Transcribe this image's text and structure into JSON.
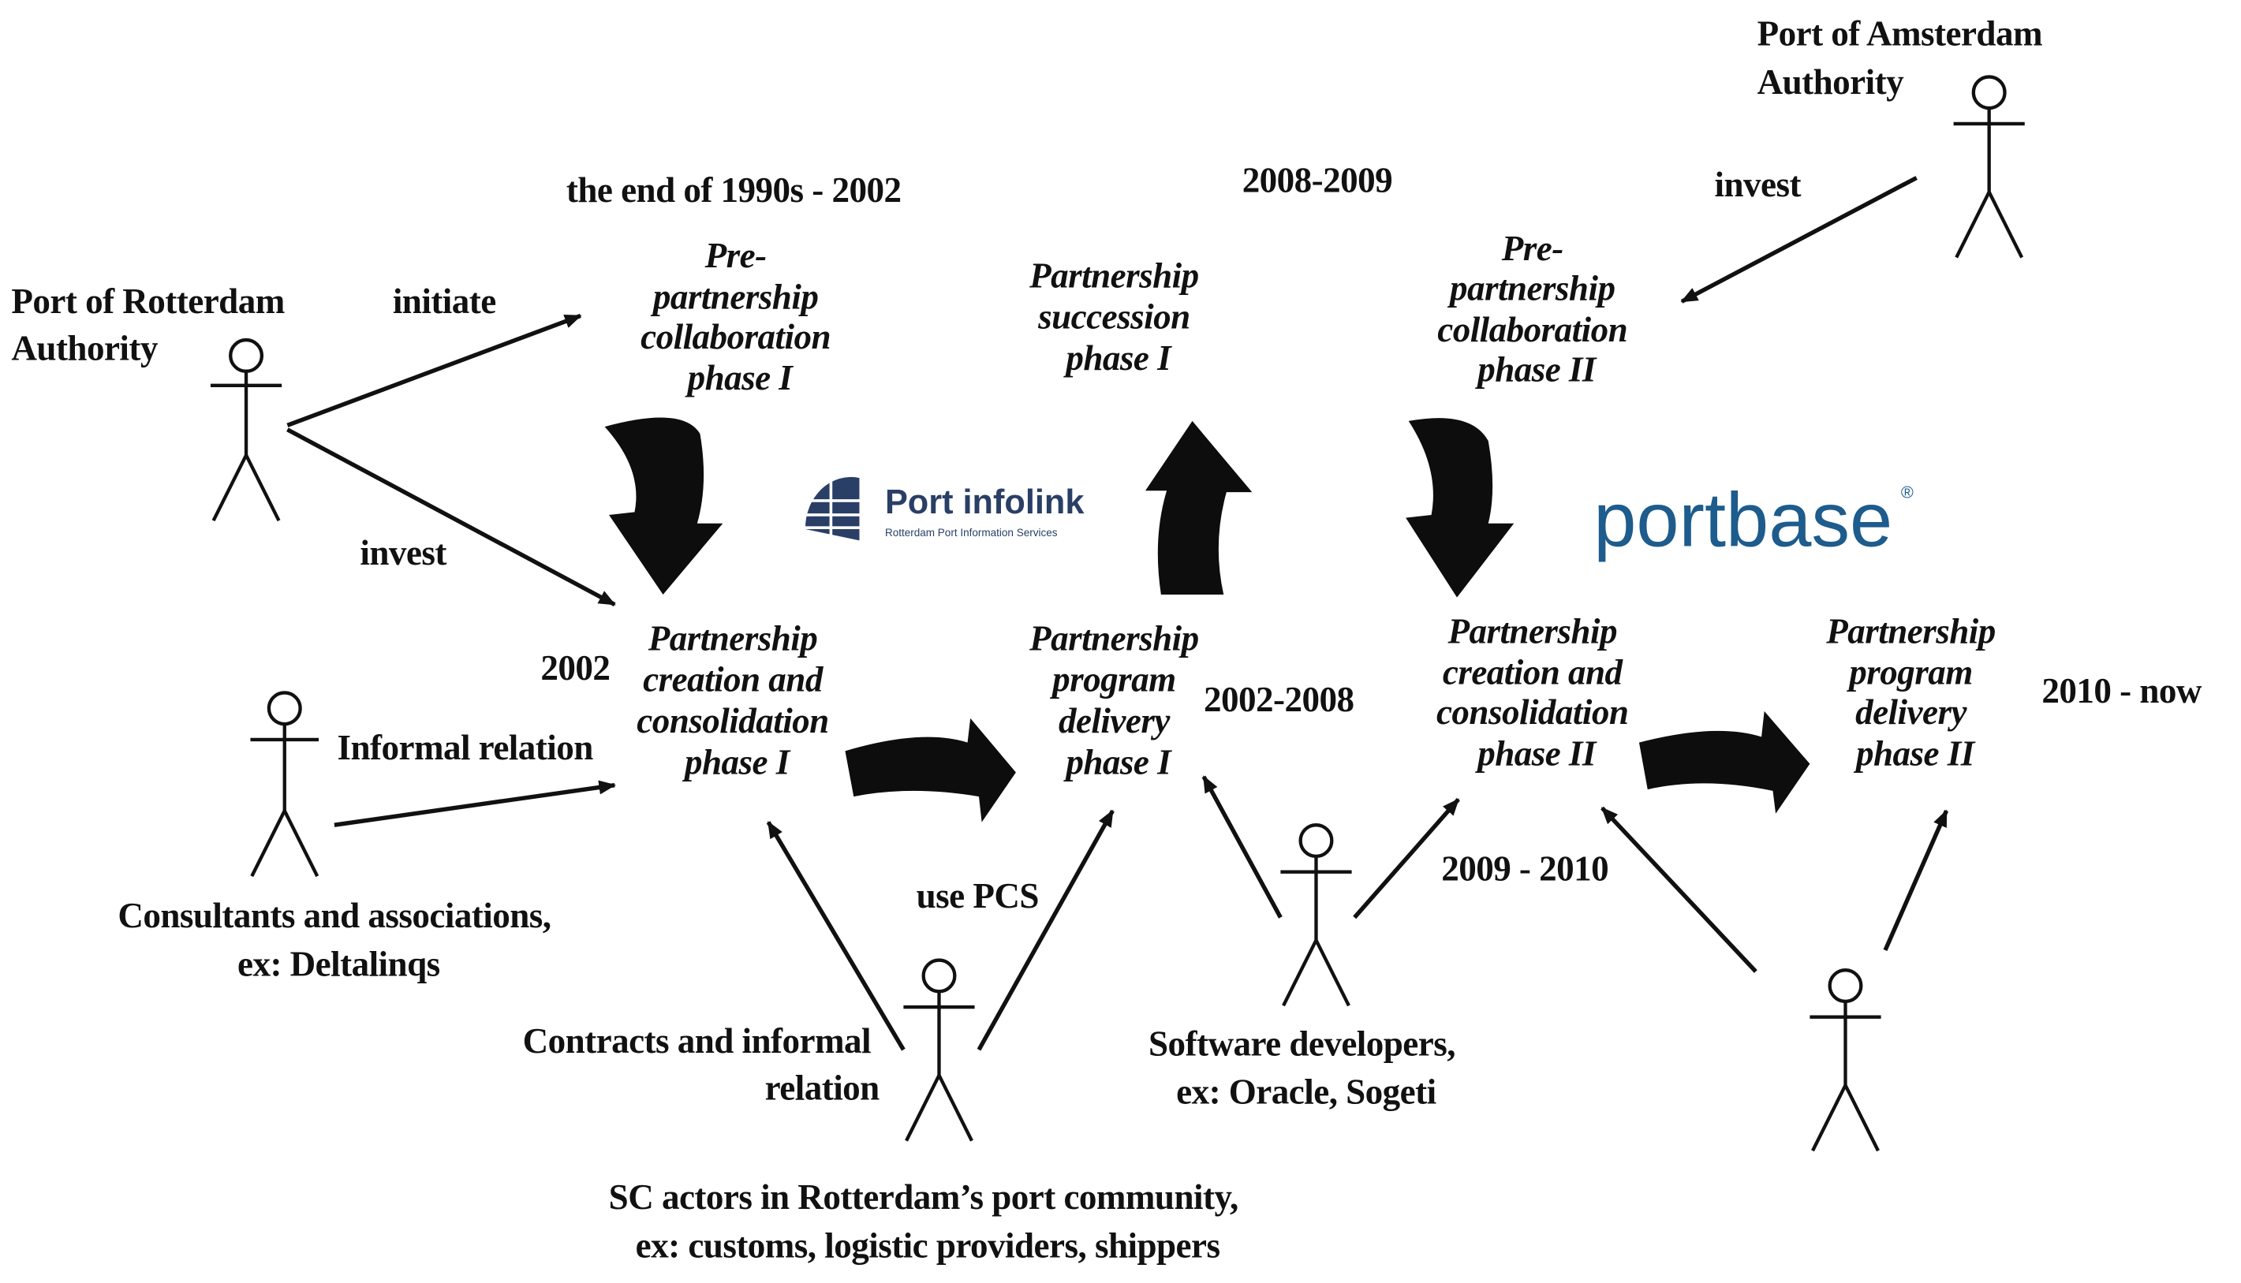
{
  "colors": {
    "ink": "#111111",
    "logo_blue": "#1d5c8c",
    "logo_navy": "#2a3f66"
  },
  "periods": {
    "p1": "the end of 1990s - 2002",
    "p2": "2008-2009",
    "p3": "2002",
    "p4": "2002-2008",
    "p5": "2009 - 2010",
    "p6": "2010 - now"
  },
  "phases": {
    "pre1": [
      "Pre-",
      "partnership",
      "collaboration",
      "phase I"
    ],
    "succession": [
      "Partnership",
      "succession",
      "phase I"
    ],
    "pre2": [
      "Pre-",
      "partnership",
      "collaboration",
      "phase II"
    ],
    "creation1": [
      "Partnership",
      "creation and",
      "consolidation",
      "phase I"
    ],
    "delivery1": [
      "Partnership",
      "program",
      "delivery",
      "phase I"
    ],
    "creation2": [
      "Partnership",
      "creation and",
      "consolidation",
      "phase II"
    ],
    "delivery2": [
      "Partnership",
      "program",
      "delivery",
      "phase II"
    ]
  },
  "actors": {
    "rotterdam": [
      "Port of Rotterdam",
      "Authority"
    ],
    "amsterdam": [
      "Port of Amsterdam",
      "Authority"
    ],
    "consultants": [
      "Consultants and associations,",
      "ex: Deltalinqs"
    ],
    "sc_actors": [
      "SC actors in Rotterdam’s port community,",
      "ex: customs, logistic providers, shippers"
    ],
    "developers": [
      "Software developers,",
      "ex: Oracle, Sogeti"
    ]
  },
  "relations": {
    "initiate": "initiate",
    "invest_rotterdam": "invest",
    "invest_amsterdam": "invest",
    "informal": "Informal relation",
    "use_pcs": "use PCS",
    "contracts": [
      "Contracts and informal",
      "relation"
    ]
  },
  "logos": {
    "portinfolink_name": "Port infolink",
    "portinfolink_tagline": "Rotterdam Port Information Services",
    "portbase": "portbase",
    "portbase_mark": "®"
  }
}
